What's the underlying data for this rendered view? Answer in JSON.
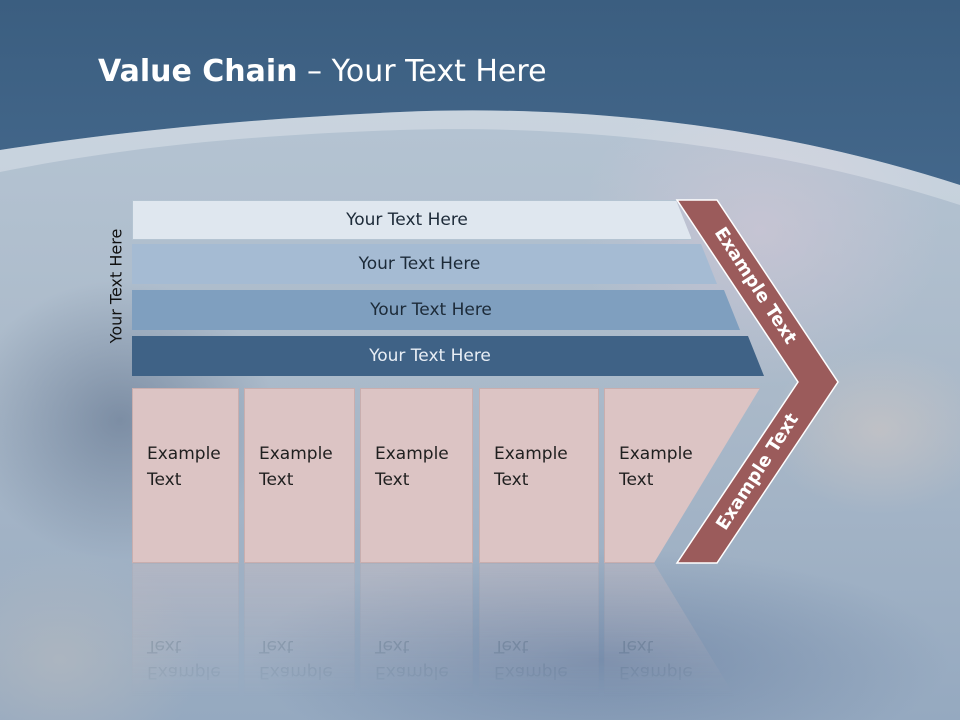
{
  "title": {
    "bold": "Value Chain",
    "rest": " – Your Text Here"
  },
  "side_label": "Your Text Here",
  "rows": [
    {
      "label": "Your Text Here"
    },
    {
      "label": "Your Text Here"
    },
    {
      "label": "Your Text Here"
    },
    {
      "label": "Your Text Here"
    }
  ],
  "boxes": [
    {
      "line1": "Example",
      "line2": "Text"
    },
    {
      "line1": "Example",
      "line2": "Text"
    },
    {
      "line1": "Example",
      "line2": "Text"
    },
    {
      "line1": "Example",
      "line2": "Text"
    },
    {
      "line1": "Example",
      "line2": "Text"
    }
  ],
  "chevron": {
    "upper_label": "Example Text",
    "lower_label": "Example Text",
    "color": "#9b5b5b"
  },
  "colors": {
    "header": "#3b5e80",
    "row1": "#dfe7ef",
    "row2": "#a5bbd3",
    "row3": "#7f9fbf",
    "row4": "#3f6286",
    "box": "#dcc4c4"
  }
}
